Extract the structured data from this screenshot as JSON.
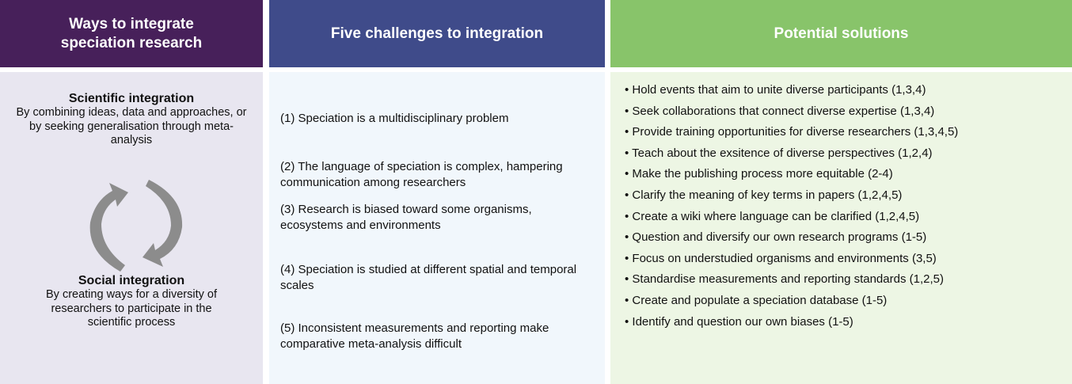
{
  "columns": {
    "ways": {
      "header": "Ways to integrate speciation research",
      "scientific": {
        "title": "Scientific integration",
        "description": "By combining ideas, data and approaches, or by seeking generalisation through meta-analysis"
      },
      "social": {
        "title": "Social integration",
        "description": "By creating ways for a diversity of researchers to participate in the scientific process"
      }
    },
    "challenges": {
      "header": "Five challenges to integration",
      "items": [
        "(1) Speciation is a multidisciplinary problem",
        "(2) The language of speciation is complex, hampering communication among researchers",
        "(3) Research is biased toward some organisms, ecosystems and environments",
        "(4) Speciation is studied at different spatial and temporal scales",
        "(5) Inconsistent measurements and reporting make comparative meta-analysis difficult"
      ]
    },
    "solutions": {
      "header": "Potential solutions",
      "items": [
        "• Hold events that aim to unite diverse participants (1,3,4)",
        "• Seek collaborations that connect diverse expertise (1,3,4)",
        "• Provide training opportunities for diverse researchers (1,3,4,5)",
        "• Teach about the exsitence of diverse perspectives (1,2,4)",
        "• Make the publishing process more equitable (2-4)",
        "• Clarify the meaning of key terms in papers (1,2,4,5)",
        "• Create a wiki where language can be clarified (1,2,4,5)",
        "• Question and diversify our own research programs (1-5)",
        "• Focus on understudied organisms and environments (3,5)",
        "• Standardise measurements and reporting standards (1,2,5)",
        "• Create and populate a speciation database (1-5)",
        "• Identify and question our own biases (1-5)"
      ]
    }
  },
  "colors": {
    "ways_header": "#47205a",
    "challenges_header": "#3f4b8a",
    "solutions_header": "#88c46a",
    "arrows": "#8c8c8c"
  },
  "icons": {
    "cycle": "circular-arrows-icon"
  }
}
